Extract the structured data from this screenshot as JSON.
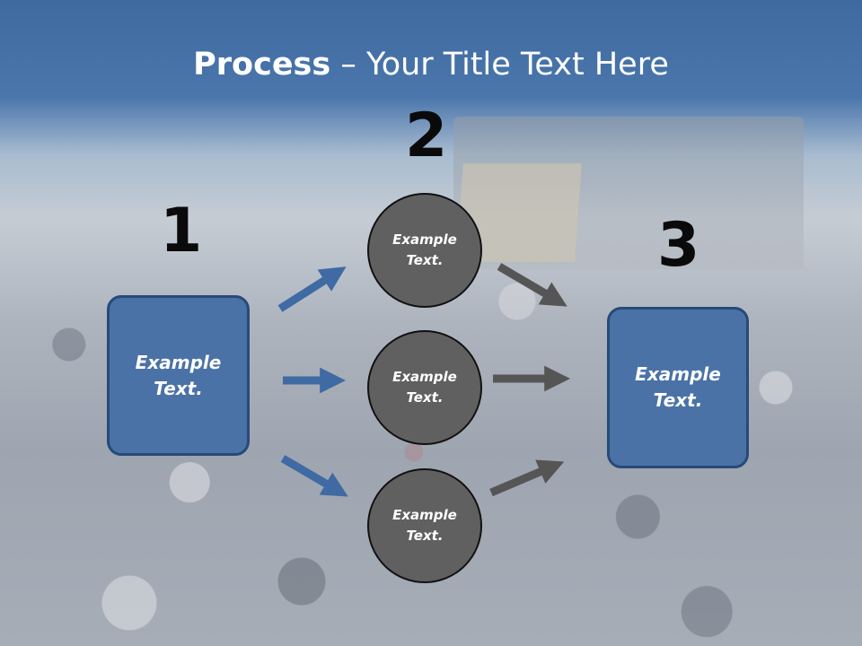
{
  "title": {
    "bold": "Process",
    "rest": " – Your Title Text Here"
  },
  "numbers": [
    "1",
    "2",
    "3"
  ],
  "left_box": {
    "text_line1": "Example",
    "text_line2": "Text."
  },
  "right_box": {
    "text_line1": "Example",
    "text_line2": "Text."
  },
  "circles": [
    {
      "text_line1": "Example",
      "text_line2": "Text."
    },
    {
      "text_line1": "Example",
      "text_line2": "Text."
    },
    {
      "text_line1": "Example",
      "text_line2": "Text."
    }
  ],
  "colors": {
    "box_fill": "#4a72a6",
    "box_border": "#274a78",
    "circle_fill": "#606060",
    "arrow_blue": "#3f6aa3",
    "arrow_gray": "#555555"
  }
}
